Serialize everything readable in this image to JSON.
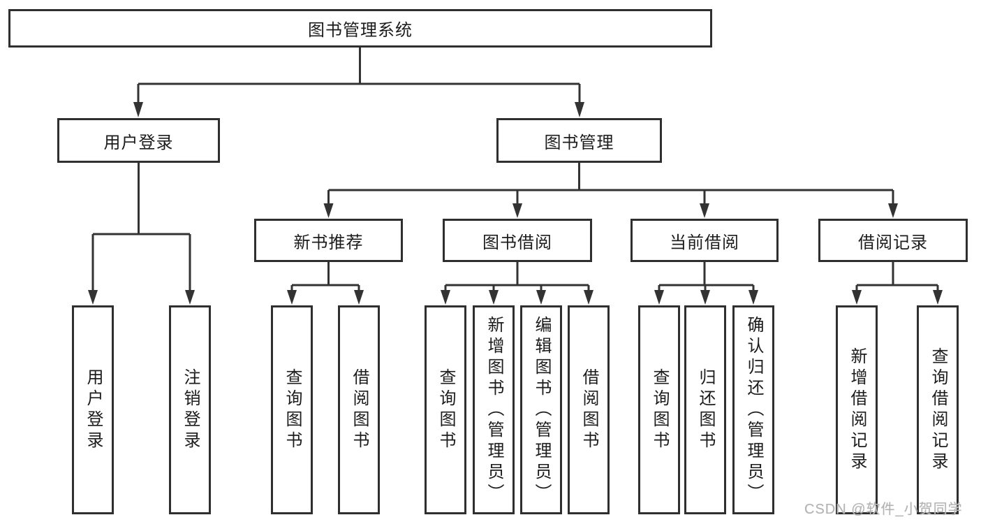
{
  "diagram": {
    "root": {
      "label": "图书管理系统",
      "children": [
        {
          "label": "用户登录",
          "children": [
            {
              "label": "用户登录"
            },
            {
              "label": "注销登录"
            }
          ]
        },
        {
          "label": "图书管理",
          "children": [
            {
              "label": "新书推荐",
              "children": [
                {
                  "label": "查询图书"
                },
                {
                  "label": "借阅图书"
                }
              ]
            },
            {
              "label": "图书借阅",
              "children": [
                {
                  "label": "查询图书"
                },
                {
                  "label": "新增图书（管理员）"
                },
                {
                  "label": "编辑图书（管理员）"
                },
                {
                  "label": "借阅图书"
                }
              ]
            },
            {
              "label": "当前借阅",
              "children": [
                {
                  "label": "查询图书"
                },
                {
                  "label": "归还图书"
                },
                {
                  "label": "确认归还（管理员）"
                }
              ]
            },
            {
              "label": "借阅记录",
              "children": [
                {
                  "label": "新增借阅记录"
                },
                {
                  "label": "查询借阅记录"
                }
              ]
            }
          ]
        }
      ]
    }
  },
  "watermark": {
    "text": "CSDN @软件_小贺同学"
  },
  "colors": {
    "line": "#333333",
    "border": "#2f2f2f",
    "text": "#1c1c1c",
    "background": "#ffffff",
    "watermark": "#b3b3b3"
  }
}
